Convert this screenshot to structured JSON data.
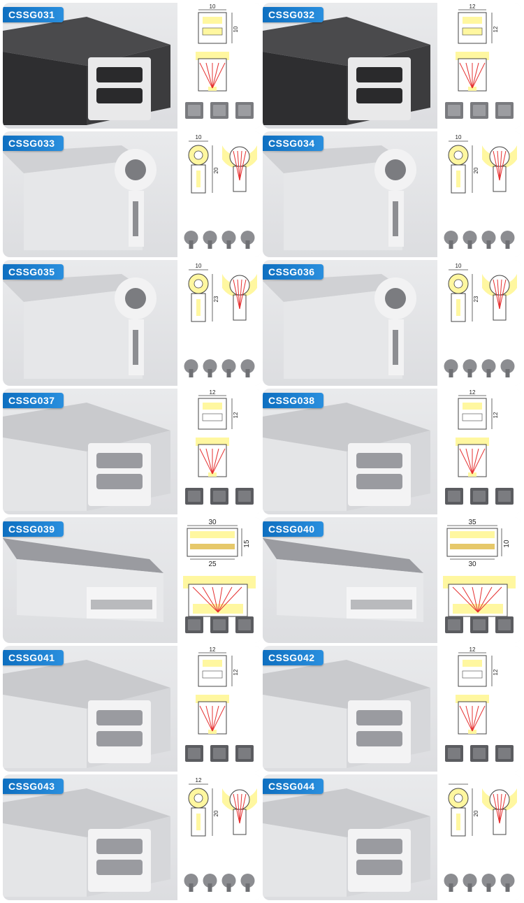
{
  "products": [
    {
      "code": "CSSG031",
      "style": "dark",
      "shape": "box",
      "dims": [
        "10",
        "10"
      ]
    },
    {
      "code": "CSSG032",
      "style": "dark",
      "shape": "box",
      "dims": [
        "12",
        "12"
      ]
    },
    {
      "code": "CSSG033",
      "style": "light",
      "shape": "round",
      "dims": [
        "10",
        "20"
      ]
    },
    {
      "code": "CSSG034",
      "style": "light",
      "shape": "round",
      "dims": [
        "10",
        "20"
      ]
    },
    {
      "code": "CSSG035",
      "style": "light",
      "shape": "round",
      "dims": [
        "10",
        "23"
      ]
    },
    {
      "code": "CSSG036",
      "style": "light",
      "shape": "round",
      "dims": [
        "10",
        "23"
      ]
    },
    {
      "code": "CSSG037",
      "style": "light",
      "shape": "box",
      "dims": [
        "12",
        "12"
      ]
    },
    {
      "code": "CSSG038",
      "style": "light",
      "shape": "box",
      "dims": [
        "12",
        "12"
      ]
    },
    {
      "code": "CSSG039",
      "style": "light",
      "shape": "flat",
      "dims": [
        "30",
        "15",
        "25"
      ]
    },
    {
      "code": "CSSG040",
      "style": "light",
      "shape": "flat",
      "dims": [
        "35",
        "10",
        "30"
      ]
    },
    {
      "code": "CSSG041",
      "style": "light",
      "shape": "box",
      "dims": [
        "12",
        "12"
      ]
    },
    {
      "code": "CSSG042",
      "style": "light",
      "shape": "box",
      "dims": [
        "12",
        "12"
      ]
    },
    {
      "code": "CSSG043",
      "style": "light",
      "shape": "tall",
      "dims": [
        "12",
        "20"
      ]
    },
    {
      "code": "CSSG044",
      "style": "light",
      "shape": "tall",
      "dims": [
        "",
        "20"
      ]
    }
  ],
  "colors": {
    "tag": "#1a7fd1",
    "dark_profile": "#3a3a3c",
    "light_profile": "#d2d3d6",
    "glow": "#fff7a0",
    "arrow": "#e53030"
  }
}
